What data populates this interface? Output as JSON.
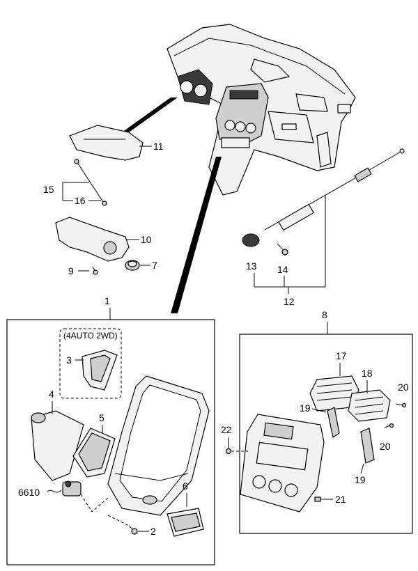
{
  "labels": {
    "p1": "1",
    "p2": "2",
    "p3": "3",
    "p4": "4",
    "p5": "5",
    "p6": "6",
    "p6610": "6610",
    "p7": "7",
    "p8": "8",
    "p9": "9",
    "p10": "10",
    "p11": "11",
    "p12": "12",
    "p13": "13",
    "p14": "14",
    "p15": "15",
    "p16": "16",
    "p17": "17",
    "p18": "18",
    "p19a": "19",
    "p19b": "19",
    "p20a": "20",
    "p20b": "20",
    "p21": "21",
    "p22": "22"
  },
  "variant_note": "(4AUTO 2WD)"
}
